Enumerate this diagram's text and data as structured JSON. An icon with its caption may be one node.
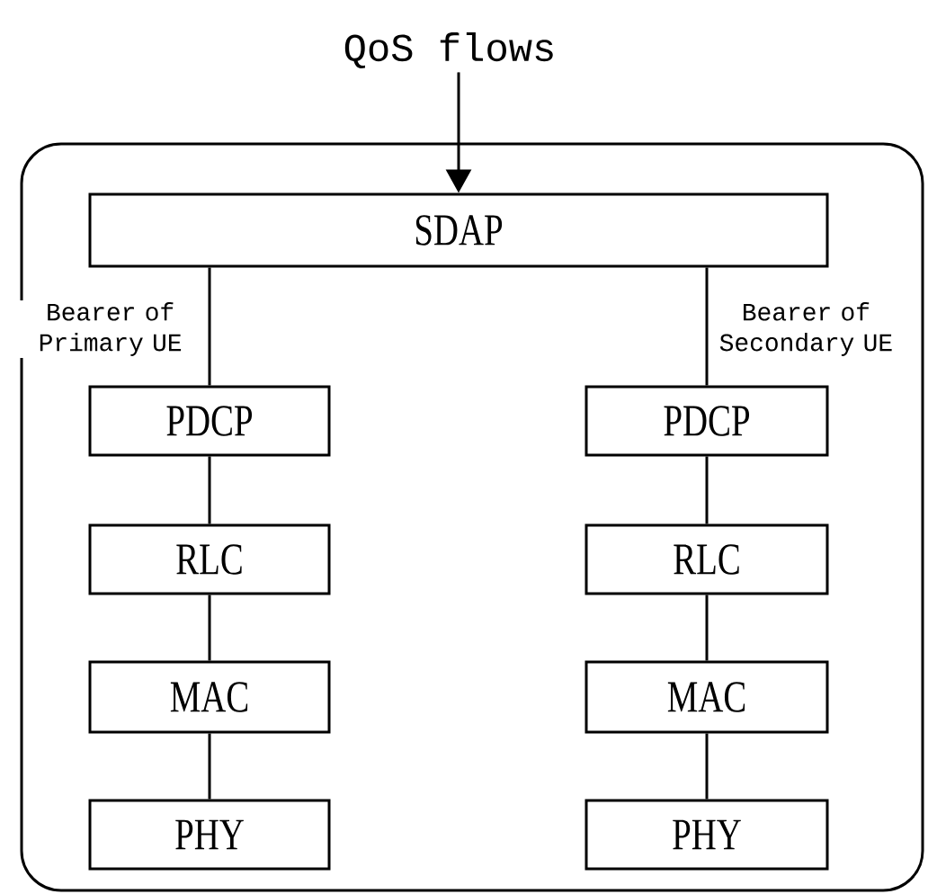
{
  "diagram": {
    "nodes": [
      {
        "text": [
          "QoS flows"
        ]
      },
      {
        "text": [],
        "shape": "box"
      },
      {
        "text": [
          "SDAP"
        ],
        "in": 1
      },
      {
        "text": [
          "PDCP"
        ],
        "in": 1
      },
      {
        "text": [
          "PDCP"
        ],
        "in": 1
      },
      {
        "text": [
          "RLC"
        ],
        "in": 1
      },
      {
        "text": [
          "RLC"
        ],
        "in": 1
      },
      {
        "text": [
          "MAC"
        ],
        "in": 1
      },
      {
        "text": [
          "MAC"
        ],
        "in": 1
      },
      {
        "text": [
          "PHY"
        ],
        "in": 1
      },
      {
        "text": [
          "PHY"
        ],
        "in": 1
      }
    ],
    "edges": [
      {
        "from": 0,
        "to": 2,
        "arrow": "to"
      },
      {
        "from": 2,
        "to": 3,
        "arrow": "none",
        "label": "Bearer of Primary UE"
      },
      {
        "from": 2,
        "to": 4,
        "arrow": "none",
        "label": "Bearer of Secondary UE"
      },
      {
        "from": 3,
        "to": 5,
        "arrow": "none"
      },
      {
        "from": 5,
        "to": 7,
        "arrow": "none"
      },
      {
        "from": 7,
        "to": 9,
        "arrow": "none"
      },
      {
        "from": 4,
        "to": 6,
        "arrow": "none"
      },
      {
        "from": 6,
        "to": 8,
        "arrow": "none"
      },
      {
        "from": 8,
        "to": 10,
        "arrow": "none"
      }
    ]
  }
}
